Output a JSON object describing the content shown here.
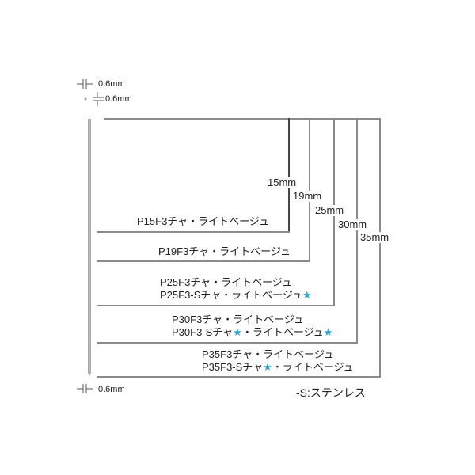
{
  "dimensions": {
    "thickness_top": "0.6mm",
    "width_top": "0.6mm",
    "thickness_bottom": "0.6mm"
  },
  "lengths": [
    "15mm",
    "19mm",
    "25mm",
    "30mm",
    "35mm"
  ],
  "products": [
    {
      "length": "15mm",
      "lines": [
        "P15F3チャ・ライトベージュ"
      ]
    },
    {
      "length": "19mm",
      "lines": [
        "P19F3チャ・ライトベージュ"
      ]
    },
    {
      "length": "25mm",
      "lines": [
        "P25F3チャ・ライトベージュ",
        "P25F3-Sチャ・ライトベージュ"
      ],
      "stars": [
        "",
        "end"
      ]
    },
    {
      "length": "30mm",
      "lines": [
        "P30F3チャ・ライトベージュ",
        "P30F3-Sチャ・ライトベージュ"
      ],
      "stars": [
        "",
        "after-cha,end"
      ]
    },
    {
      "length": "35mm",
      "lines": [
        "P35F3チャ・ライトベージュ",
        "P35F3-Sチャ・ライトベージュ"
      ],
      "stars": [
        "",
        "after-cha"
      ]
    }
  ],
  "text": {
    "p15": "P15F3チャ・ライトベージュ",
    "p19": "P19F3チャ・ライトベージュ",
    "p25a": "P25F3チャ・ライトベージュ",
    "p25b": "P25F3-Sチャ・ライトベージュ",
    "p30a": "P30F3チャ・ライトベージュ",
    "p30b_1": "P30F3-Sチャ",
    "p30b_2": "・ライトベージュ",
    "p35a": "P35F3チャ・ライトベージュ",
    "p35b_1": "P35F3-Sチャ",
    "p35b_2": "・ライトベージュ",
    "star": "★",
    "legend": "-S:ステンレス"
  },
  "colors": {
    "star": "#2aa6d6",
    "line": "#8a8a8a"
  }
}
